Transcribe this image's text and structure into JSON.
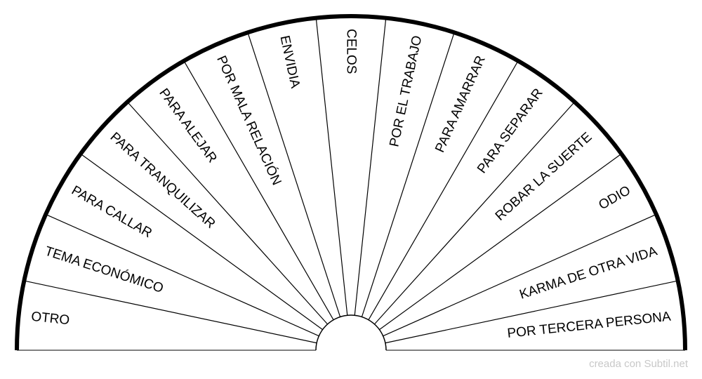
{
  "chart_data": {
    "type": "pendulum-semicircle",
    "segments": [
      "OTRO",
      "TEMA ECONÓMICO",
      "PARA CALLAR",
      "PARA TRANQUILIZAR",
      "PARA ALEJAR",
      "POR MALA RELACIÓN",
      "ENVIDIA",
      "CELOS",
      "POR EL TRABAJO",
      "PARA AMARRAR",
      "PARA SEPARAR",
      "ROBAR LA SUERTE",
      "ODIO",
      "KARMA DE OTRA VIDA",
      "POR TERCERA PERSONA"
    ]
  },
  "watermark": "creada con Subtil.net",
  "colors": {
    "line": "#000000",
    "baseline": "#808080",
    "watermark": "#c8c8c8"
  }
}
